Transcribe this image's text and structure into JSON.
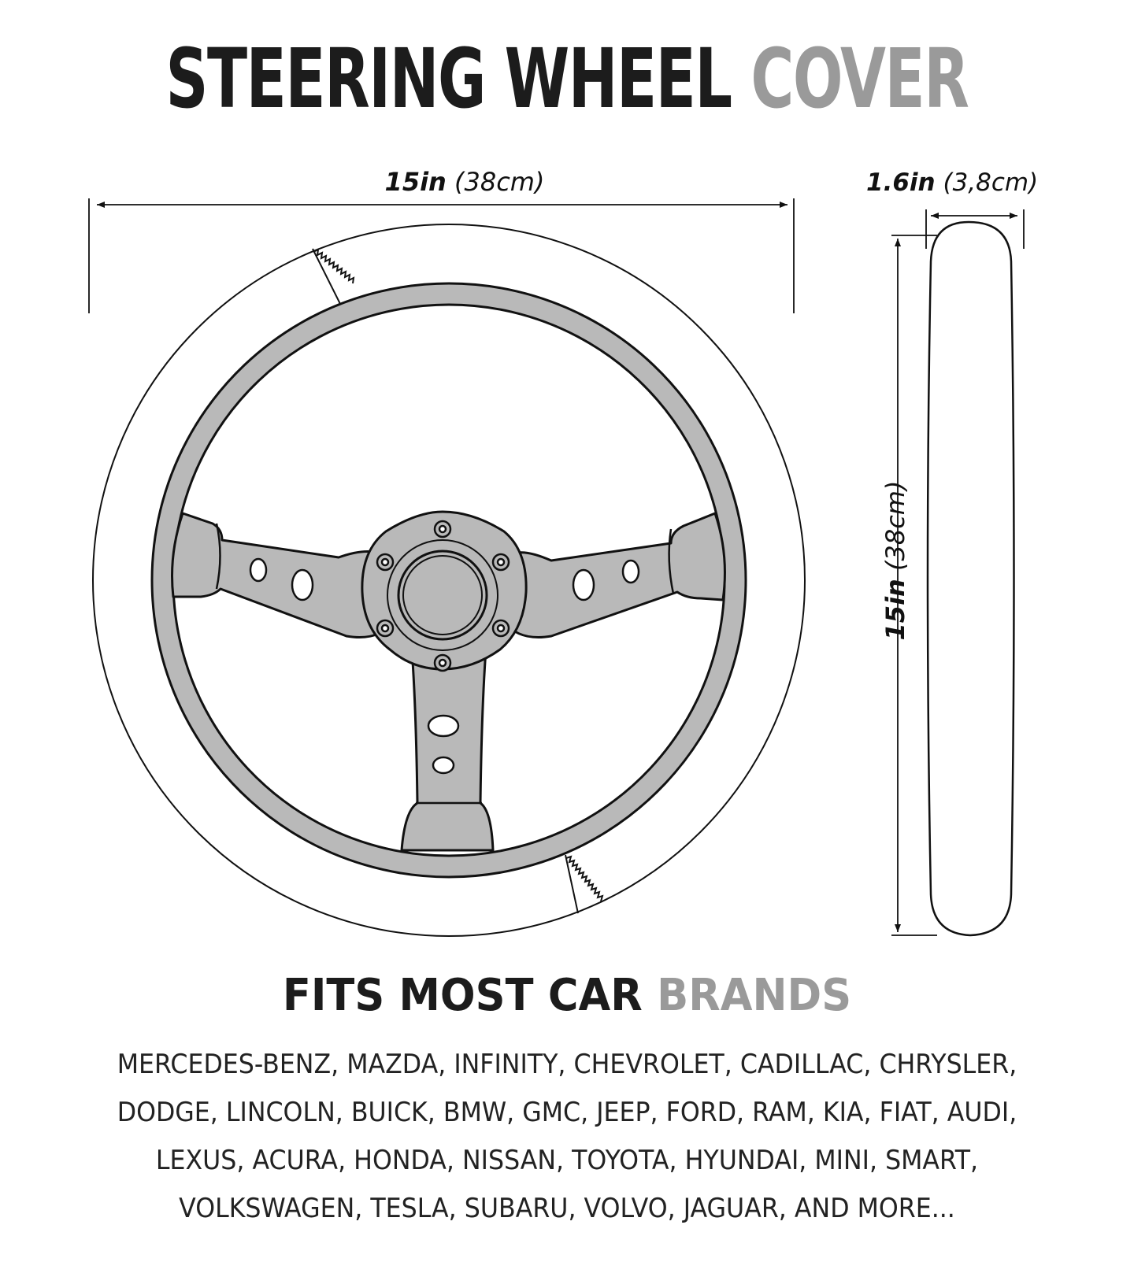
{
  "title": {
    "part1": "STEERING WHEEL",
    "part2": "COVER"
  },
  "dimensions": {
    "width_bold": "15in",
    "width_paren": "(38cm)",
    "thickness_bold": "1.6in",
    "thickness_paren": "(3,8cm)",
    "height_bold": "15in",
    "height_paren": "(38cm)"
  },
  "fits": {
    "part1": "FITS MOST CAR",
    "part2": "BRANDS"
  },
  "brands": {
    "line1": "MERCEDES-BENZ, MAZDA, INFINITY, CHEVROLET, CADILLAC, CHRYSLER,",
    "line2": "DODGE, LINCOLN, BUICK, BMW, GMC, JEEP, FORD, RAM, KIA, FIAT, AUDI,",
    "line3": "LEXUS, ACURA, HONDA, NISSAN, TOYOTA, HYUNDAI, MINI, SMART,",
    "line4": "VOLKSWAGEN, TESLA, SUBARU, VOLVO, JAGUAR, AND MORE..."
  },
  "colors": {
    "dark": "#1c1c1c",
    "accent_gray": "#9a9a9a",
    "wheel_gray": "#b9b9b9"
  }
}
